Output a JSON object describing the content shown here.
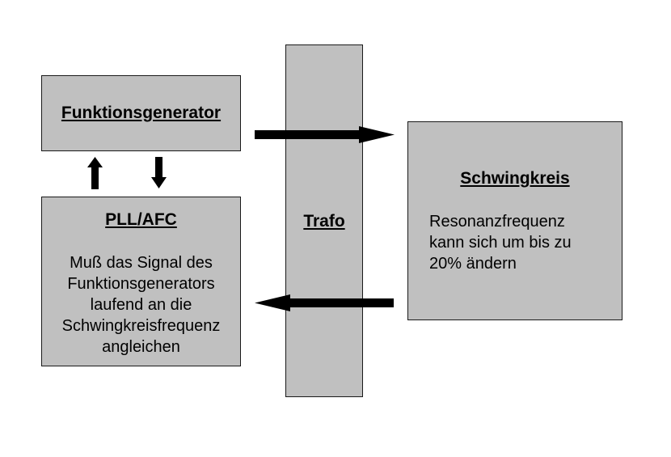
{
  "blocks": {
    "funktionsgenerator": {
      "title": "Funktionsgenerator"
    },
    "pll_afc": {
      "title": "PLL/AFC",
      "lines": [
        "Muß das Signal des",
        "Funktionsgenerators",
        "laufend an die",
        "Schwingkreisfrequenz",
        "angleichen"
      ]
    },
    "trafo": {
      "title": "Trafo"
    },
    "schwingkreis": {
      "title": "Schwingkreis",
      "lines": [
        "Resonanzfrequenz",
        "kann sich um bis zu",
        "20% ändern"
      ]
    }
  },
  "colors": {
    "block_fill": "#c0c0c0",
    "block_border": "#1a1a1a",
    "arrow": "#000000",
    "background": "#ffffff"
  }
}
